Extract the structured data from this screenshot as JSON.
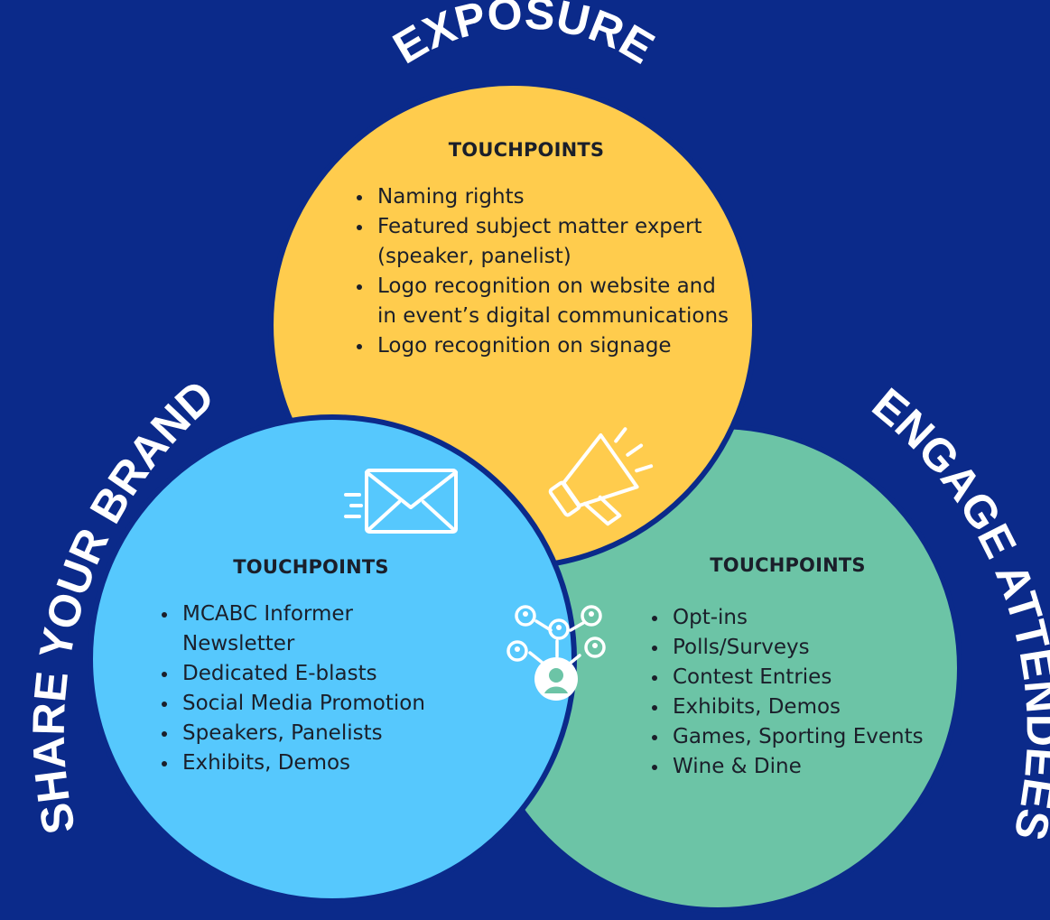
{
  "titles": {
    "top": "EXPOSURE",
    "left": "SHARE YOUR BRAND",
    "right": "ENGAGE ATTENDEES"
  },
  "colors": {
    "background": "#0b2a8a",
    "exposure": "#ffcc4d",
    "share": "#56c8fd",
    "engage": "#6cc4a6",
    "text": "#1b1f2a",
    "icon": "#ffffff"
  },
  "exposure": {
    "heading": "TOUCHPOINTS",
    "items": [
      "Naming rights",
      "Featured subject matter expert (speaker, panelist)",
      "Logo recognition on website and in event’s digital communications",
      "Logo recognition on signage"
    ],
    "icon": "megaphone-icon"
  },
  "share": {
    "heading": "TOUCHPOINTS",
    "items": [
      "MCABC Informer Newsletter",
      "Dedicated E-blasts",
      "Social Media Promotion",
      "Speakers, Panelists",
      "Exhibits, Demos"
    ],
    "icon": "email-icon"
  },
  "engage": {
    "heading": "TOUCHPOINTS",
    "items": [
      "Opt-ins",
      "Polls/Surveys",
      "Contest Entries",
      "Exhibits, Demos",
      "Games, Sporting Events",
      "Wine & Dine"
    ],
    "icon": "network-people-icon"
  }
}
